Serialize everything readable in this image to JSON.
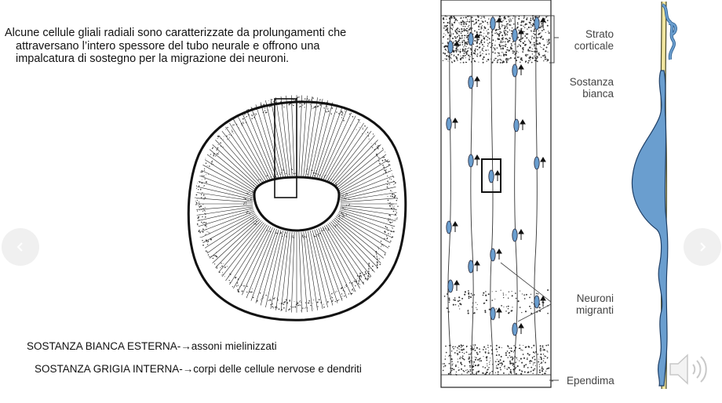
{
  "slide": {
    "intro": "Alcune cellule gliali radiali sono caratterizzate da prolungamenti che attraversano l’intero spessore del tubo neurale e offrono una impalcatura di sostegno per la migrazione dei neuroni.",
    "fact_white": "SOSTANZA BIANCA ESTERNA-→assoni mielinizzati",
    "fact_grey": "SOSTANZA GRIGIA INTERNA-→corpi delle cellule nervose e dendriti"
  },
  "diagram": {
    "label_strato": "Strato corticale",
    "label_sostanza": "Sostanza bianca",
    "label_neuroni": "Neuroni migranti",
    "label_ependima": "Ependima"
  },
  "controls": {
    "prev_icon": "chevron-left-icon",
    "next_icon": "chevron-right-icon",
    "audio_icon": "speaker-icon"
  }
}
